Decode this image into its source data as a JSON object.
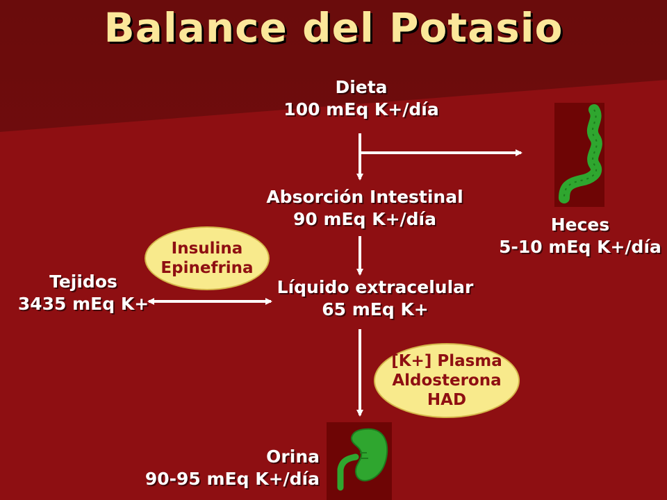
{
  "title": "Balance del Potasio",
  "nodes": {
    "dieta": {
      "line1": "Dieta",
      "line2": "100 mEq K+/día"
    },
    "absorcion": {
      "line1": "Absorción Intestinal",
      "line2": "90 mEq K+/día"
    },
    "heces": {
      "line1": "Heces",
      "line2": "5-10 mEq K+/día"
    },
    "tejidos": {
      "line1": "Tejidos",
      "line2": "3435 mEq K+"
    },
    "extracelular": {
      "line1": "Líquido extracelular",
      "line2": "65 mEq K+"
    },
    "orina": {
      "line1": "Orina",
      "line2": "90-95 mEq K+/día"
    }
  },
  "regulators": {
    "insulina": {
      "line1": "Insulina",
      "line2": "Epinefrina"
    },
    "plasma": {
      "line1": "[K+] Plasma",
      "line2": "Aldosterona",
      "line3": "HAD"
    }
  },
  "icons": {
    "intestine": "intestine-icon",
    "kidney": "kidney-icon"
  },
  "colors": {
    "background": "#8e0f12",
    "title": "#fbe79a",
    "oval": "#f8ea8c",
    "organ": "#2fa62f"
  }
}
